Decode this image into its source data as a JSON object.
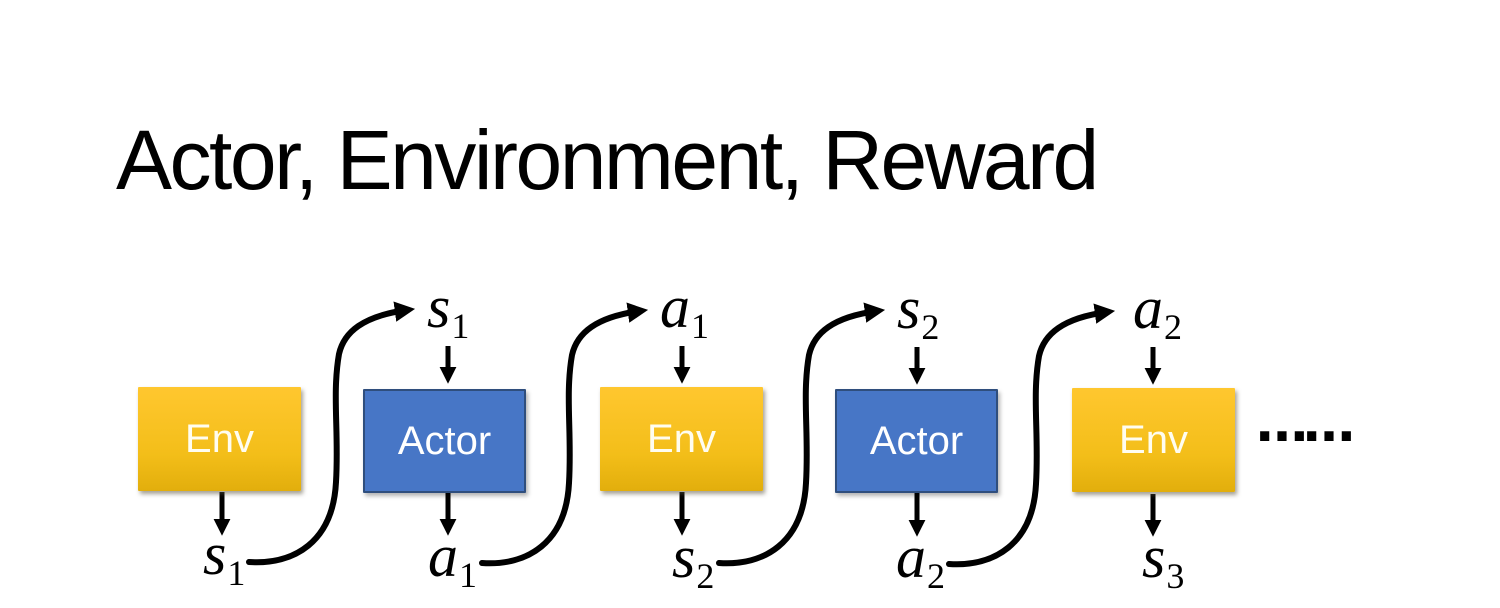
{
  "title": "Actor, Environment, Reward",
  "colors": {
    "env_gradient_top": "#FFC72F",
    "env_gradient_bottom": "#E2AE0C",
    "env_text": "#FFFDF0",
    "actor_fill": "#4776C6",
    "actor_border": "#2F4E7D",
    "actor_text": "#FFFFFF",
    "arrow_color": "#000000"
  },
  "boxes": [
    {
      "label": "Env"
    },
    {
      "label": "Actor"
    },
    {
      "label": "Env"
    },
    {
      "label": "Actor"
    },
    {
      "label": "Env"
    }
  ],
  "top_labels": [
    {
      "base": "s",
      "sub": "1"
    },
    {
      "base": "a",
      "sub": "1"
    },
    {
      "base": "s",
      "sub": "2"
    },
    {
      "base": "a",
      "sub": "2"
    }
  ],
  "bottom_labels": [
    {
      "base": "s",
      "sub": "1"
    },
    {
      "base": "a",
      "sub": "1"
    },
    {
      "base": "s",
      "sub": "2"
    },
    {
      "base": "a",
      "sub": "2"
    },
    {
      "base": "s",
      "sub": "3"
    }
  ],
  "ellipsis": "……"
}
